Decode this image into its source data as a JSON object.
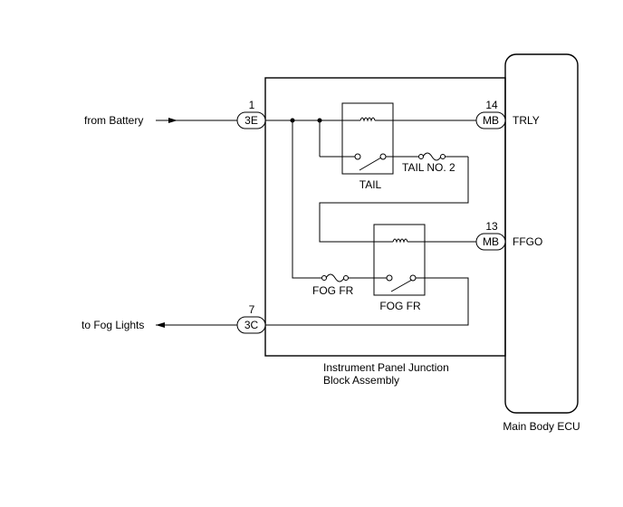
{
  "labels": {
    "from_battery": "from Battery",
    "to_fog_lights": "to Fog Lights",
    "ijb_line1": "Instrument Panel Junction",
    "ijb_line2": "Block Assembly",
    "main_body_ecu": "Main Body ECU"
  },
  "connectors": {
    "battery": {
      "pin": "1",
      "code": "3E"
    },
    "fog": {
      "pin": "7",
      "code": "3C"
    },
    "trly": {
      "pin": "14",
      "code": "MB",
      "signal": "TRLY"
    },
    "ffgo": {
      "pin": "13",
      "code": "MB",
      "signal": "FFGO"
    }
  },
  "relays": {
    "tail": "TAIL",
    "fog_fr": "FOG FR"
  },
  "fuses": {
    "tail_no2": "TAIL NO. 2",
    "fog_fr": "FOG FR"
  }
}
